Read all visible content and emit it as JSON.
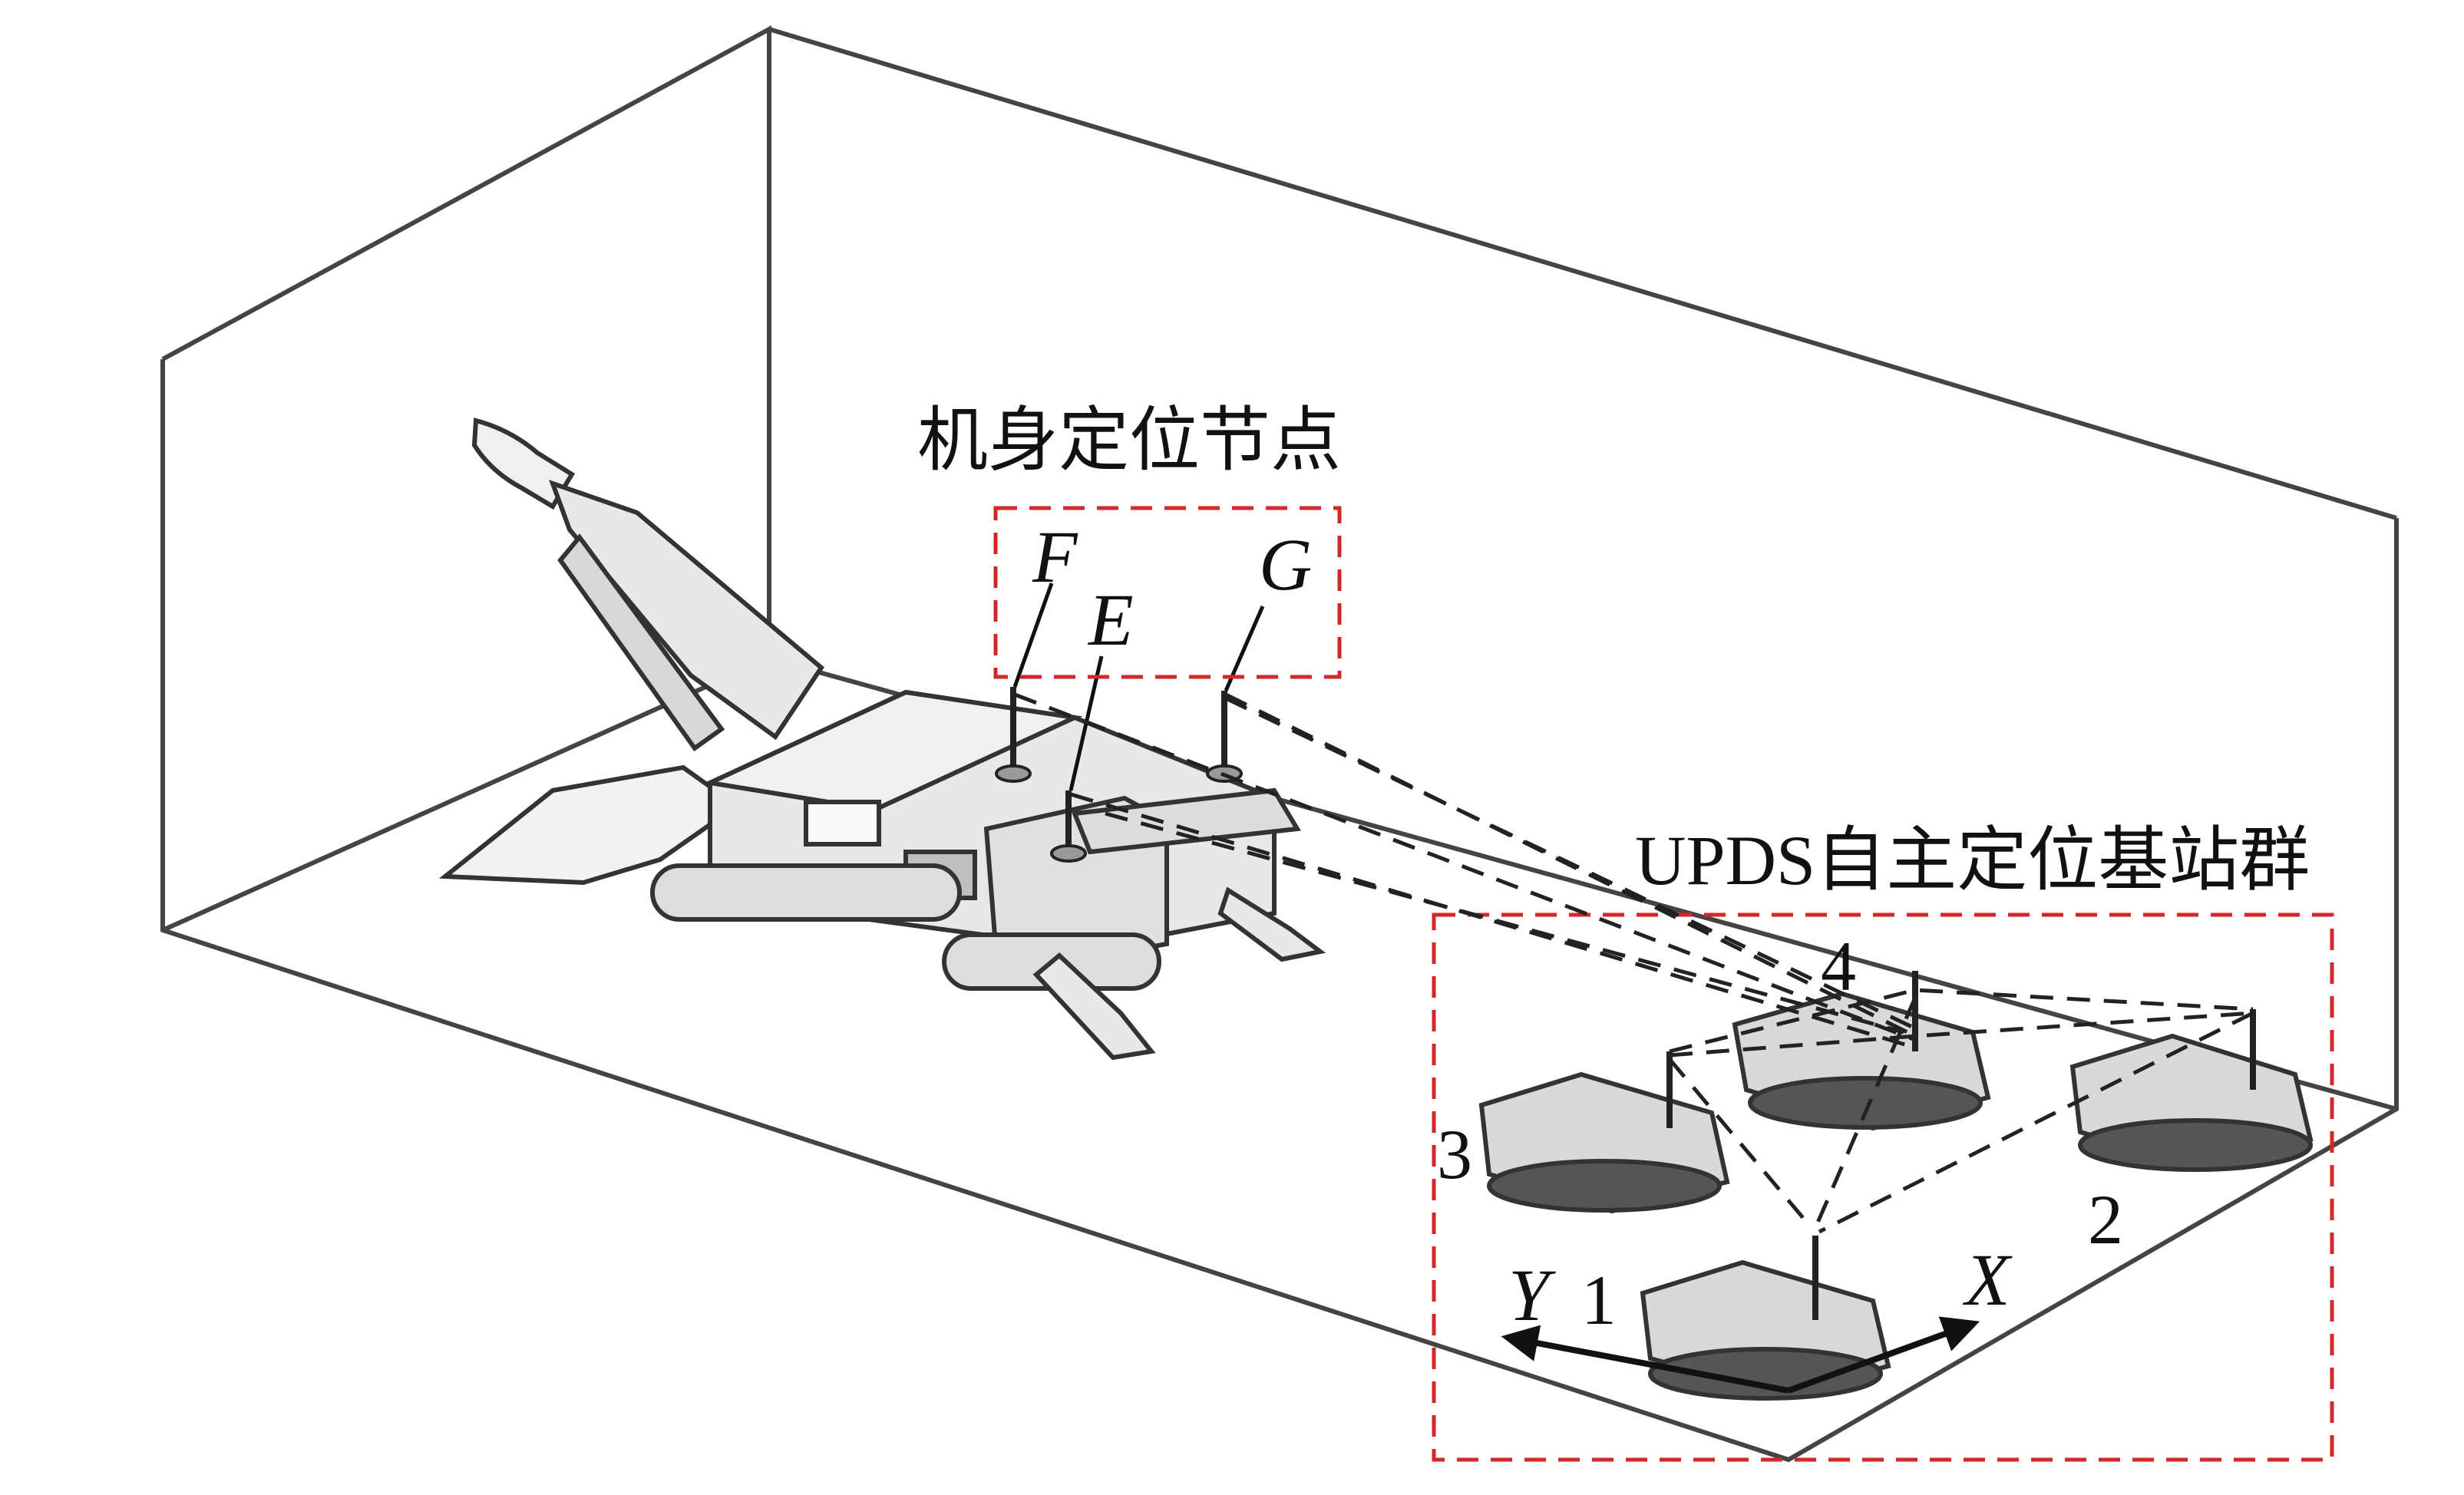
{
  "labels": {
    "body_nodes": "机身定位节点",
    "base_station_group": "UPDS自主定位基站群",
    "node_f": "F",
    "node_e": "E",
    "node_g": "G",
    "station_1": "1",
    "station_2": "2",
    "station_3": "3",
    "station_4": "4",
    "axis_x": "X",
    "axis_y": "Y"
  },
  "colors": {
    "line": "#333333",
    "dash": "#222222",
    "highlight_box": "#d62728",
    "machine_fill": "#e8e8e8",
    "station_fill": "#d9d9d9"
  }
}
